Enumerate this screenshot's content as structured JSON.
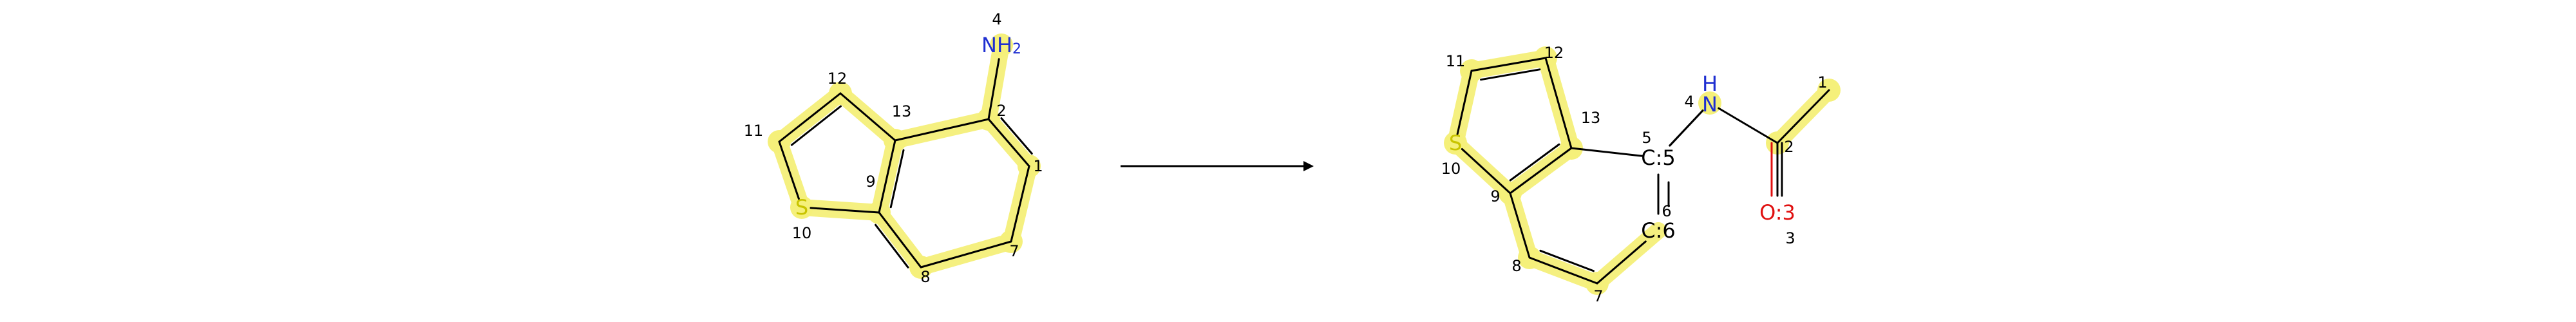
{
  "colors": {
    "bond": "#000000",
    "arrow": "#000000",
    "highlight": "#f5f07a",
    "sulfur": "#c9c400",
    "nitrogen": "#1f2fd1",
    "oxygen": "#e01010",
    "carbon": "#000000"
  },
  "reactant": {
    "atoms": [
      {
        "id": "r1",
        "num": "1"
      },
      {
        "id": "r2",
        "num": "2"
      },
      {
        "id": "r4",
        "num": "4",
        "label": "NH",
        "sub": "2",
        "element": "N"
      },
      {
        "id": "r7",
        "num": "7"
      },
      {
        "id": "r8",
        "num": "8"
      },
      {
        "id": "r9",
        "num": "9"
      },
      {
        "id": "r10",
        "num": "10",
        "label": "S",
        "element": "S"
      },
      {
        "id": "r11",
        "num": "11"
      },
      {
        "id": "r12",
        "num": "12"
      },
      {
        "id": "r13",
        "num": "13"
      }
    ]
  },
  "product": {
    "atoms": [
      {
        "id": "p1",
        "num": "1"
      },
      {
        "id": "p2",
        "num": "2"
      },
      {
        "id": "p3",
        "num": "3",
        "label": "O:3",
        "element": "O"
      },
      {
        "id": "p4",
        "num": "4",
        "label": "H",
        "label2": "N",
        "element": "N"
      },
      {
        "id": "p5",
        "num": "5",
        "label": "C:5",
        "element": "C"
      },
      {
        "id": "p6",
        "num": "6",
        "label": "C:6",
        "element": "C"
      },
      {
        "id": "p7",
        "num": "7"
      },
      {
        "id": "p8",
        "num": "8"
      },
      {
        "id": "p9",
        "num": "9"
      },
      {
        "id": "p10",
        "num": "10",
        "label": "S",
        "element": "S"
      },
      {
        "id": "p11",
        "num": "11"
      },
      {
        "id": "p12",
        "num": "12"
      },
      {
        "id": "p13",
        "num": "13"
      }
    ]
  },
  "arrow": {
    "label": ""
  }
}
